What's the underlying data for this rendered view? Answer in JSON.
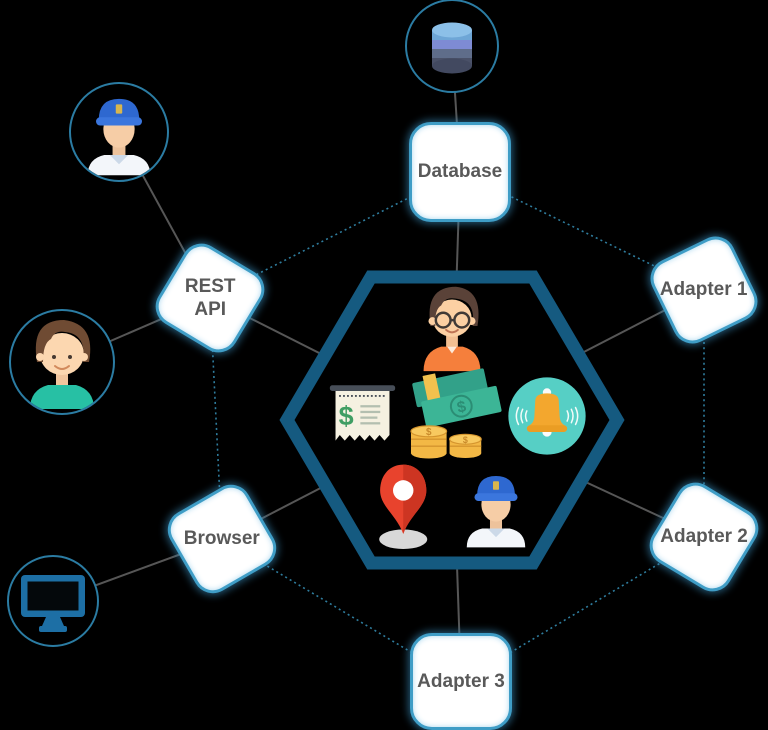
{
  "diagram_type": "hub-and-spoke architecture diagram",
  "colors": {
    "background": "#000000",
    "hexagon_border": "#155a80",
    "node_border": "#3f9dc6",
    "node_fill": "#ffffff",
    "label_text": "#595959",
    "solid_connector": "#565656",
    "dotted_connector": "#2f7d9e",
    "avatar_ring": "#2b7ca3"
  },
  "nodes": {
    "database": {
      "label": "Database"
    },
    "adapter1": {
      "label": "Adapter 1"
    },
    "adapter2": {
      "label": "Adapter 2"
    },
    "adapter3": {
      "label": "Adapter 3"
    },
    "browser": {
      "label": "Browser"
    },
    "rest_api": {
      "line1": "REST",
      "line2": "API"
    }
  },
  "icons": {
    "database_cylinder": {
      "name": "database-cylinder-icon"
    },
    "officer_avatar": {
      "name": "officer-avatar-icon"
    },
    "user_avatar": {
      "name": "user-avatar-icon"
    },
    "monitor": {
      "name": "monitor-icon"
    },
    "person_glasses": {
      "name": "person-glasses-icon"
    },
    "receipt": {
      "name": "receipt-icon",
      "dollar": "$"
    },
    "money": {
      "name": "money-icon",
      "watermark_dollar": "$",
      "coin_dollar": "$"
    },
    "bell": {
      "name": "notification-bell-icon"
    },
    "pin": {
      "name": "location-pin-icon"
    },
    "officer": {
      "name": "officer-icon"
    }
  }
}
